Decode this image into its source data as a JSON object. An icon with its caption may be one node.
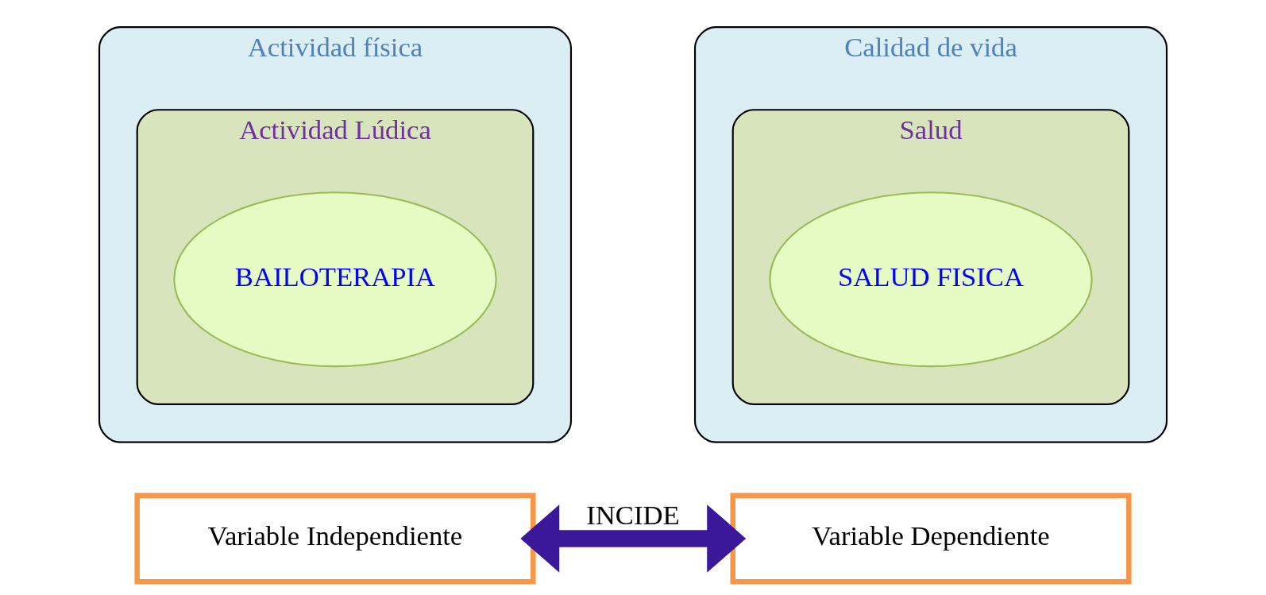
{
  "diagram": {
    "nodes": [
      {
        "text": [
          "Actividad física"
        ]
      },
      {
        "text": [
          "Actividad Lúdica"
        ],
        "in": 0
      },
      {
        "text": [
          "BAILOTERAPIA"
        ],
        "in": 1
      },
      {
        "text": [
          "Calidad de vida"
        ]
      },
      {
        "text": [
          "Salud"
        ],
        "in": 3
      },
      {
        "text": [
          "SALUD FISICA"
        ],
        "in": 4
      },
      {
        "text": [
          "Variable Independiente"
        ]
      },
      {
        "text": [
          "Variable Dependiente"
        ]
      }
    ],
    "edges": [
      {
        "from": 6,
        "to": 7,
        "arrow": "both",
        "label": "INCIDE",
        "color": "#3b1899"
      }
    ]
  }
}
